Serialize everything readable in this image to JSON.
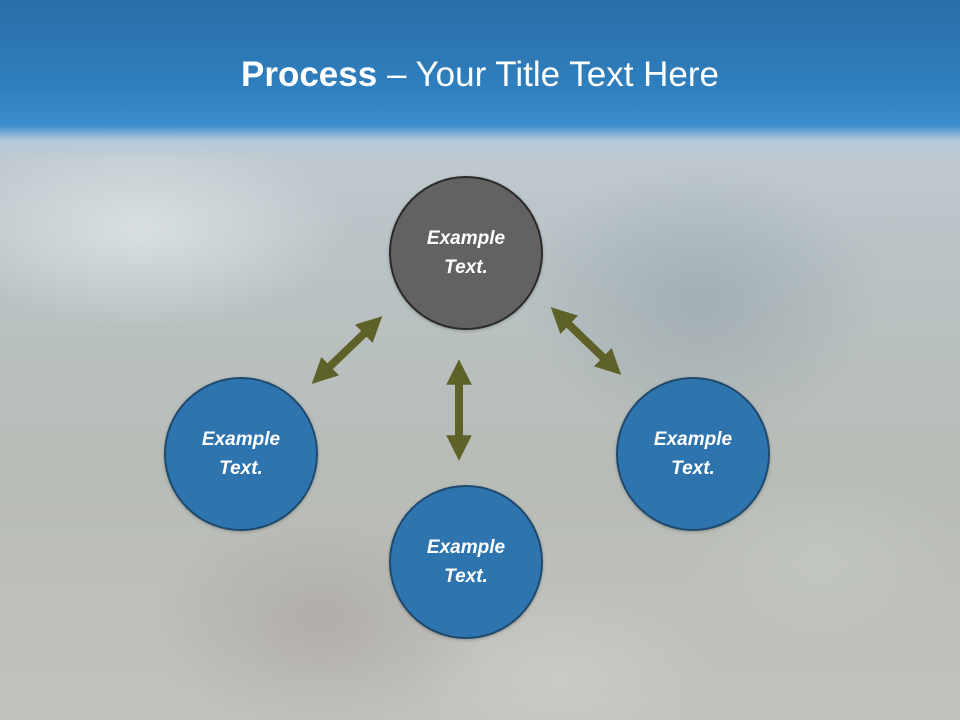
{
  "slide": {
    "title_bold": "Process",
    "title_rest": " – Your Title Text Here"
  },
  "diagram": {
    "center_node": {
      "line1": "Example",
      "line2": "Text.",
      "color": "#626262"
    },
    "left_node": {
      "line1": "Example",
      "line2": "Text.",
      "color": "#2e75b0"
    },
    "bottom_node": {
      "line1": "Example",
      "line2": "Text.",
      "color": "#2e75b0"
    },
    "right_node": {
      "line1": "Example",
      "line2": "Text.",
      "color": "#2e75b0"
    },
    "arrow_color": "#5e6128"
  }
}
